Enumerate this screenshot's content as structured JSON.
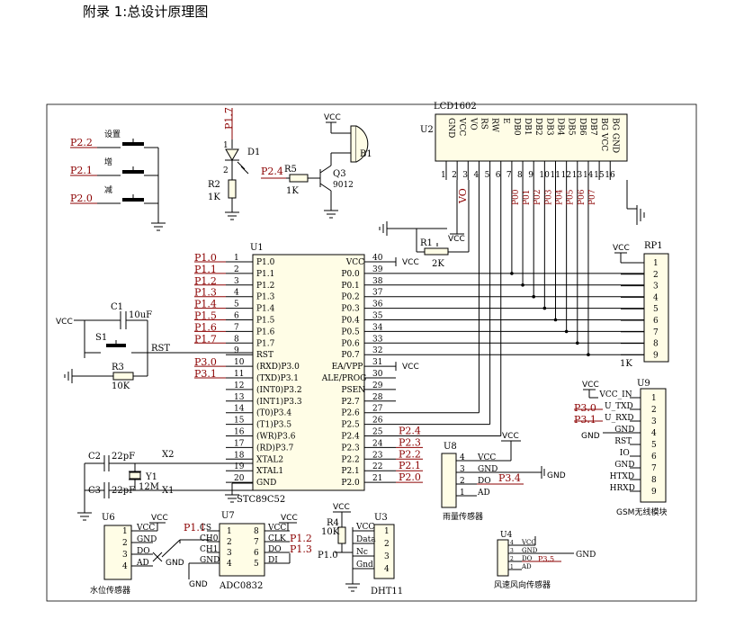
{
  "heading": "附录 1:总设计原理图",
  "u1": {
    "ref": "U1",
    "part": "STC89C52",
    "left_pins": [
      {
        "num": "1",
        "name": "P1.0",
        "net": "P1.0"
      },
      {
        "num": "2",
        "name": "P1.1",
        "net": "P1.1"
      },
      {
        "num": "3",
        "name": "P1.2",
        "net": "P1.2"
      },
      {
        "num": "4",
        "name": "P1.3",
        "net": "P1.3"
      },
      {
        "num": "5",
        "name": "P1.4",
        "net": "P1.4"
      },
      {
        "num": "6",
        "name": "P1.5",
        "net": "P1.5"
      },
      {
        "num": "7",
        "name": "P1.6",
        "net": "P1.6"
      },
      {
        "num": "8",
        "name": "P1.7",
        "net": "P1.7"
      },
      {
        "num": "9",
        "name": "RST",
        "net": ""
      },
      {
        "num": "10",
        "name": "(RXD)P3.0",
        "net": "P3.0"
      },
      {
        "num": "11",
        "name": "(TXD)P3.1",
        "net": "P3.1"
      },
      {
        "num": "12",
        "name": "(INT0)P3.2",
        "net": ""
      },
      {
        "num": "13",
        "name": "(INT1)P3.3",
        "net": ""
      },
      {
        "num": "14",
        "name": "(T0)P3.4",
        "net": ""
      },
      {
        "num": "15",
        "name": "(T1)P3.5",
        "net": ""
      },
      {
        "num": "16",
        "name": "(WR)P3.6",
        "net": ""
      },
      {
        "num": "17",
        "name": "(RD)P3.7",
        "net": ""
      },
      {
        "num": "18",
        "name": "XTAL2",
        "net": ""
      },
      {
        "num": "19",
        "name": "XTAL1",
        "net": ""
      },
      {
        "num": "20",
        "name": "GND",
        "net": ""
      }
    ],
    "right_pins": [
      {
        "num": "40",
        "name": "VCC",
        "net": "VCC"
      },
      {
        "num": "39",
        "name": "P0.0",
        "net": ""
      },
      {
        "num": "38",
        "name": "P0.1",
        "net": ""
      },
      {
        "num": "37",
        "name": "P0.2",
        "net": ""
      },
      {
        "num": "36",
        "name": "P0.3",
        "net": ""
      },
      {
        "num": "35",
        "name": "P0.4",
        "net": ""
      },
      {
        "num": "34",
        "name": "P0.5",
        "net": ""
      },
      {
        "num": "33",
        "name": "P0.6",
        "net": ""
      },
      {
        "num": "32",
        "name": "P0.7",
        "net": ""
      },
      {
        "num": "31",
        "name": "EA/VPP",
        "net": "VCC"
      },
      {
        "num": "30",
        "name": "ALE/PROG",
        "net": ""
      },
      {
        "num": "29",
        "name": "PSEN",
        "net": ""
      },
      {
        "num": "28",
        "name": "P2.7",
        "net": ""
      },
      {
        "num": "27",
        "name": "P2.6",
        "net": ""
      },
      {
        "num": "26",
        "name": "P2.5",
        "net": ""
      },
      {
        "num": "25",
        "name": "P2.4",
        "net": "P2.4"
      },
      {
        "num": "24",
        "name": "P2.3",
        "net": "P2.3"
      },
      {
        "num": "23",
        "name": "P2.2",
        "net": "P2.2"
      },
      {
        "num": "22",
        "name": "P2.1",
        "net": "P2.1"
      },
      {
        "num": "21",
        "name": "P2.0",
        "net": "P2.0"
      }
    ]
  },
  "buttons": [
    {
      "net": "P2.2",
      "label": "设置"
    },
    {
      "net": "P2.1",
      "label": "增"
    },
    {
      "net": "P2.0",
      "label": "减"
    }
  ],
  "led": {
    "net": "P1.7",
    "ref": "D1",
    "r_ref": "R2",
    "r_val": "1K",
    "pin1": "1",
    "pin2": "2"
  },
  "buzzer": {
    "net": "P2.4",
    "r_ref": "R5",
    "r_val": "1K",
    "q_ref": "Q3",
    "q_part": "9012",
    "b_ref": "B1",
    "vcc": "VCC"
  },
  "lcd": {
    "ref": "U2",
    "part": "LCD1602",
    "pins": [
      "GND",
      "VCC",
      "VO",
      "RS",
      "RW",
      "E",
      "DB0",
      "DB1",
      "DB2",
      "DB3",
      "DB4",
      "DB5",
      "DB6",
      "DB7",
      "BG VCC",
      "BG GND"
    ],
    "nums": [
      "1",
      "2",
      "3",
      "4",
      "5",
      "6",
      "7",
      "8",
      "9",
      "10",
      "11",
      "12",
      "13",
      "14",
      "15",
      "16"
    ],
    "nets": [
      "P00",
      "P01",
      "P02",
      "P03",
      "P04",
      "P05",
      "P06",
      "P07"
    ],
    "vo": "VO",
    "vcc": "VCC",
    "r1_ref": "R1",
    "r1_val": "2K"
  },
  "rp1": {
    "ref": "RP1",
    "value": "1K",
    "vcc": "VCC",
    "pins": [
      "1",
      "2",
      "3",
      "4",
      "5",
      "6",
      "7",
      "8",
      "9"
    ]
  },
  "reset": {
    "vcc": "VCC",
    "c_ref": "C1",
    "c_val": "10uF",
    "s_ref": "S1",
    "r_ref": "R3",
    "r_val": "10K",
    "net": "RST"
  },
  "crystal": {
    "c2_ref": "C2",
    "c2_val": "22pF",
    "c3_ref": "C3",
    "c3_val": "22pF",
    "y_ref": "Y1",
    "y_val": "12M",
    "x1": "X1",
    "x2": "X2"
  },
  "u9": {
    "ref": "U9",
    "part": "GSM无线模块",
    "vcc": "VCC",
    "net1": "P3.0",
    "net2": "P3.1",
    "gnd": "GND",
    "pins": [
      "VCC_IN",
      "U_TXD",
      "U_RXD",
      "GND",
      "RST",
      "IO",
      "GND",
      "HTXD",
      "HRXD"
    ],
    "nums": [
      "1",
      "2",
      "3",
      "4",
      "5",
      "6",
      "7",
      "8",
      "9"
    ]
  },
  "u8": {
    "ref": "U8",
    "part": "雨量传感器",
    "vcc": "VCC",
    "gnd": "GND",
    "net": "P3.4",
    "pins": [
      "VCC",
      "GND",
      "DO",
      "AD"
    ],
    "nums": [
      "4",
      "3",
      "2",
      "1"
    ]
  },
  "u4": {
    "ref": "U4",
    "part": "风速风向传感器",
    "gnd": "GND",
    "net": "P3.5",
    "pins": [
      "VCC",
      "GND",
      "DO",
      "AD"
    ],
    "nums": [
      "4",
      "3",
      "2",
      "1"
    ]
  },
  "u6": {
    "ref": "U6",
    "part": "水位传感器",
    "vcc": "VCC",
    "gnd": "GND",
    "pins": [
      "VCC",
      "GND",
      "DO",
      "AD"
    ],
    "nums": [
      "1",
      "2",
      "3",
      "4"
    ]
  },
  "u7": {
    "ref": "U7",
    "part": "ADC0832",
    "vcc": "VCC",
    "lpins": [
      "CS",
      "CH0",
      "CH1",
      "GND"
    ],
    "lnums": [
      "1",
      "2",
      "3",
      "4"
    ],
    "rpins": [
      "VCC",
      "CLK",
      "DO",
      "DI"
    ],
    "rnums": [
      "8",
      "7",
      "6",
      "5"
    ],
    "net_cs": "P1.1",
    "net_clk": "P1.2",
    "net_do": "P1.3",
    "gnd": "GND"
  },
  "u3": {
    "ref": "U3",
    "part": "DHT11",
    "vcc": "VCC",
    "r_ref": "R4",
    "r_val": "10K",
    "net": "P1.0",
    "pins": [
      "VCC",
      "Data",
      "Nc",
      "Gnd"
    ],
    "nums": [
      "1",
      "2",
      "3",
      "4"
    ]
  }
}
